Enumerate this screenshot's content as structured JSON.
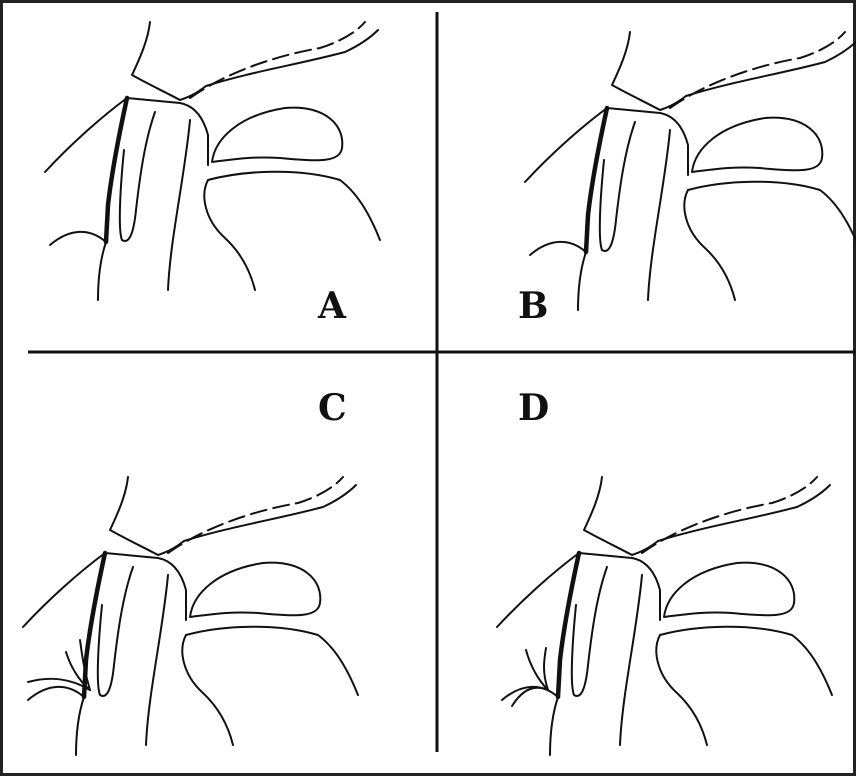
{
  "panels": [
    {
      "id": "A",
      "label": "A"
    },
    {
      "id": "B",
      "label": "B"
    },
    {
      "id": "C",
      "label": "C"
    },
    {
      "id": "D",
      "label": "D"
    }
  ],
  "colors": {
    "ink": "#111111",
    "background": "#ffffff"
  }
}
